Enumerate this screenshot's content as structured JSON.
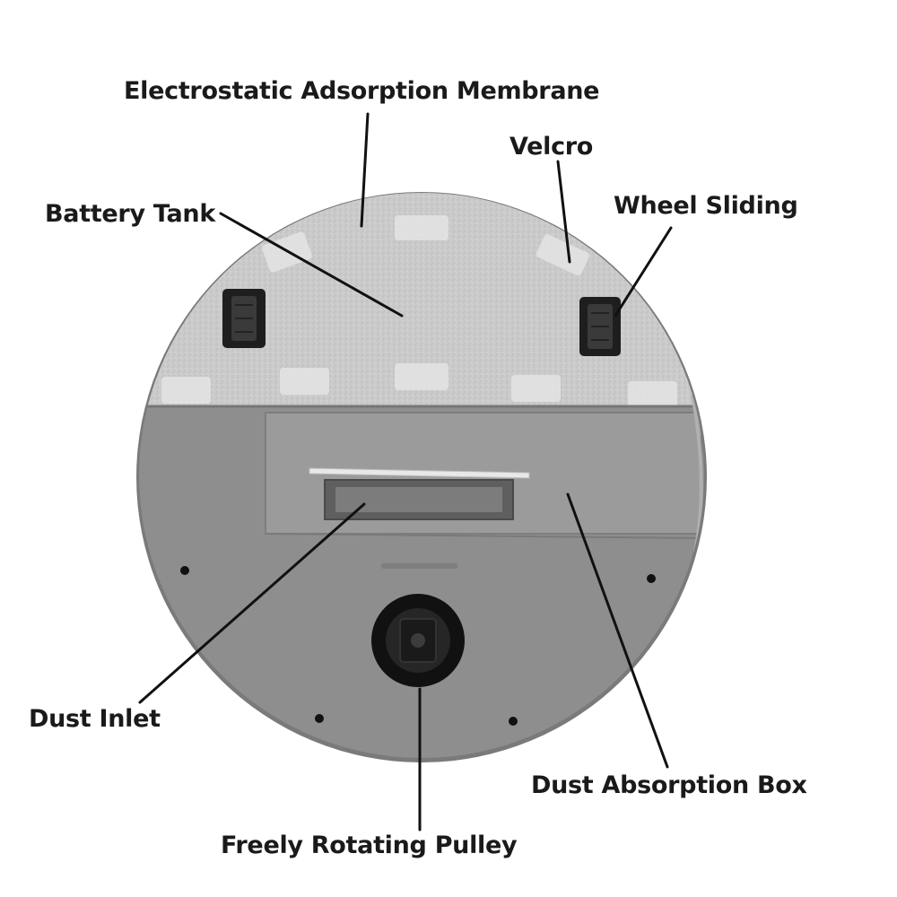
{
  "labels": {
    "membrane": "Electrostatic Adsorption Membrane",
    "velcro": "Velcro",
    "battery": "Battery Tank",
    "wheel": "Wheel Sliding",
    "inlet": "Dust Inlet",
    "box": "Dust Absorption Box",
    "pulley": "Freely Rotating Pulley"
  },
  "colors": {
    "felt": "#c9c9c9",
    "body": "#8c8c8c",
    "box": "#999999",
    "leader": "#111111"
  }
}
